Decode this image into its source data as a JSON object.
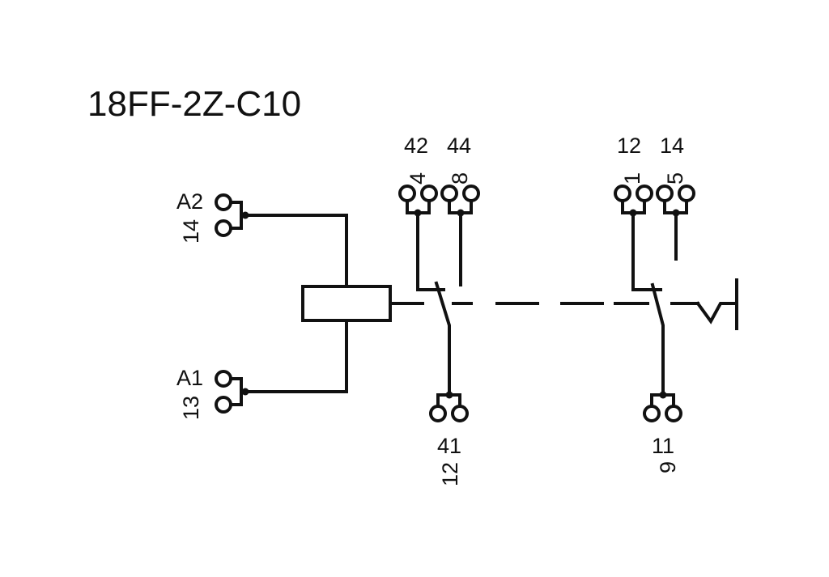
{
  "title": "18FF-2Z-C10",
  "coil": {
    "top_label": "A2",
    "top_pin": "14",
    "bottom_label": "A1",
    "bottom_pin": "13"
  },
  "contact_set_1": {
    "nc_label": "42",
    "nc_pin": "4",
    "no_label": "44",
    "no_pin": "8",
    "common_label": "41",
    "common_pin": "12"
  },
  "contact_set_2": {
    "nc_label": "12",
    "nc_pin": "1",
    "no_label": "14",
    "no_pin": "5",
    "common_label": "11",
    "common_pin": "9"
  }
}
